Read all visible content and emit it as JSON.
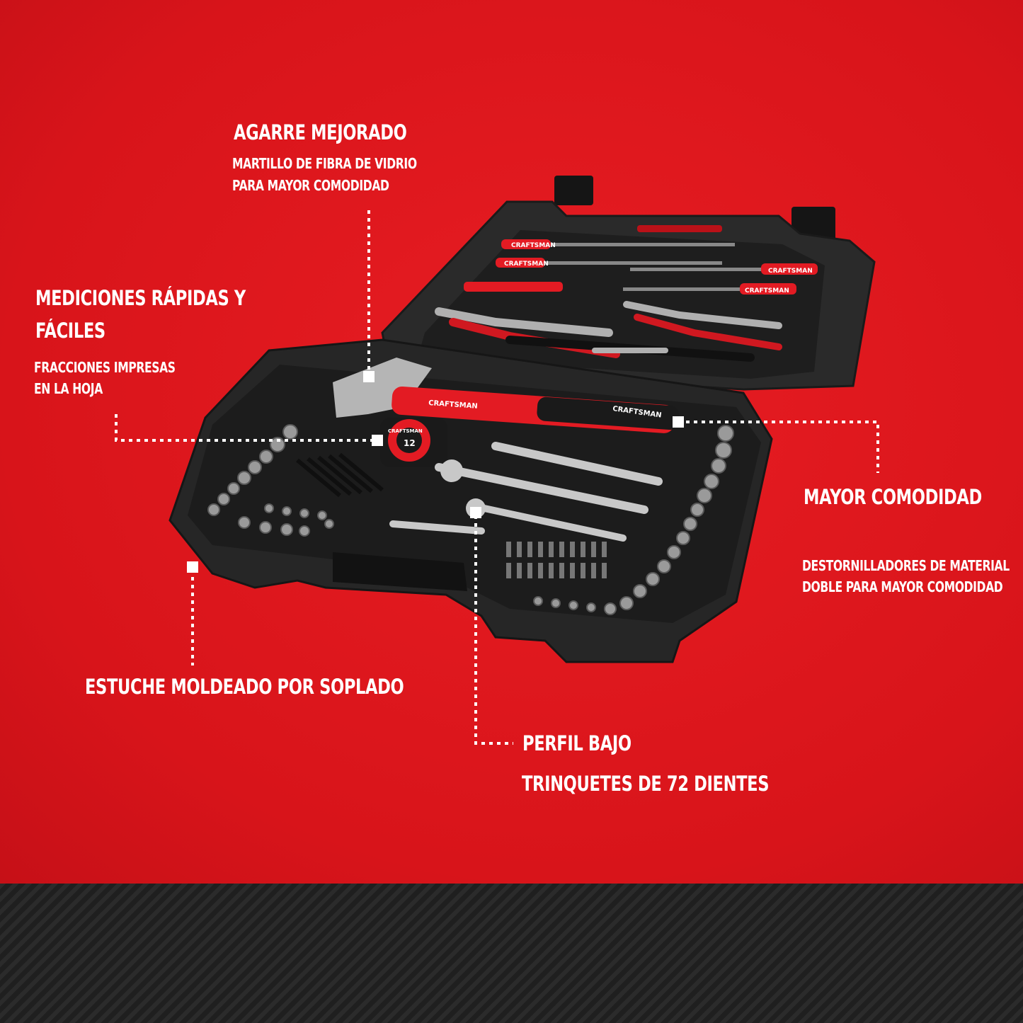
{
  "callouts": {
    "grip": {
      "title": "AGARRE MEJORADO",
      "line1": "MARTILLO DE FIBRA DE VIDRIO",
      "line2": "PARA MAYOR COMODIDAD"
    },
    "measure": {
      "title_line1": "MEDICIONES RÁPIDAS Y",
      "title_line2": "FÁCILES",
      "line1": "FRACCIONES IMPRESAS",
      "line2": "EN LA HOJA"
    },
    "comfort": {
      "title": "MAYOR COMODIDAD",
      "line1": "DESTORNILLADORES DE MATERIAL",
      "line2": "DOBLE PARA MAYOR COMODIDAD"
    },
    "case": {
      "title": "ESTUCHE MOLDEADO POR SOPLADO"
    },
    "ratchet": {
      "title": "PERFIL BAJO",
      "line1": "TRINQUETES DE 72 DIENTES"
    }
  },
  "tools": {
    "brand": "CRAFTSMAN",
    "tape_size": "12"
  },
  "colors": {
    "background": "#e0161c",
    "case": "#262626",
    "accent": "#e31b23",
    "text": "#ffffff"
  }
}
